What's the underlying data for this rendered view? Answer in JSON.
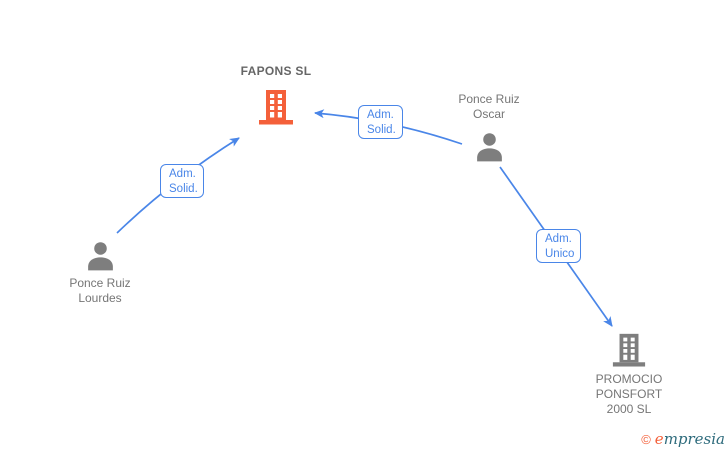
{
  "colors": {
    "accent_orange": "#f4603a",
    "edge_blue": "#4a86e8",
    "node_gray": "#7e7e7e",
    "label_gray": "#767676",
    "title_gray": "#666666",
    "logo_teal": "#2e6b7c"
  },
  "nodes": {
    "fapons": {
      "label": "FAPONS SL",
      "type": "company"
    },
    "oscar": {
      "label": "Ponce Ruiz\nOscar",
      "type": "person"
    },
    "lourdes": {
      "label": "Ponce Ruiz\nLourdes",
      "type": "person"
    },
    "promocio": {
      "label": "PROMOCIO\nPONSFORT\n2000 SL",
      "type": "company"
    }
  },
  "edges": [
    {
      "from": "oscar",
      "to": "fapons",
      "label": "Adm.\nSolid."
    },
    {
      "from": "lourdes",
      "to": "fapons",
      "label": "Adm.\nSolid."
    },
    {
      "from": "oscar",
      "to": "promocio",
      "label": "Adm.\nUnico"
    }
  ],
  "footer": {
    "copyright": "©",
    "brand_initial": "e",
    "brand_rest": "mpresia"
  }
}
